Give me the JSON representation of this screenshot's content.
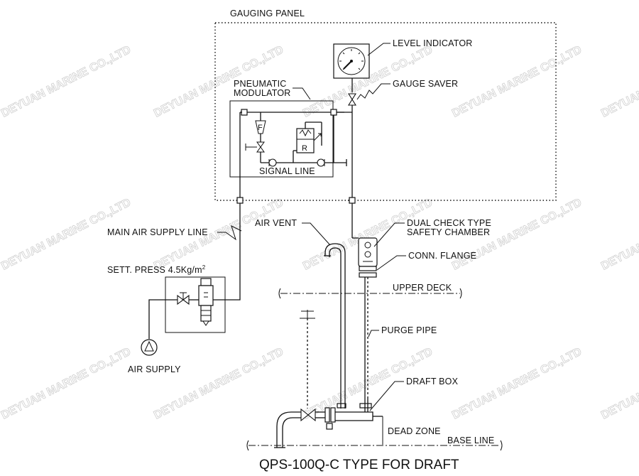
{
  "watermark": "DEYUAN MARINE CO.,LTD",
  "title": "QPS-100Q-C TYPE FOR DRAFT",
  "labels": {
    "gauging_panel": "GAUGING PANEL",
    "level_indicator": "LEVEL INDICATOR",
    "gauge_saver": "GAUGE SAVER",
    "pneumatic_modulator_1": "PNEUMATIC",
    "pneumatic_modulator_2": "MODULATOR",
    "signal_line": "SIGNAL LINE",
    "main_air_supply_line": "MAIN AIR SUPPLY LINE",
    "air_vent": "AIR VENT",
    "dual_check_1": "DUAL CHECK TYPE",
    "dual_check_2": "SAFETY CHAMBER",
    "conn_flange": "CONN. FLANGE",
    "sett_press": "SETT. PRESS 4.5Kg/m",
    "sett_press_sup": "2",
    "upper_deck": "UPPER DECK",
    "purge_pipe": "PURGE PIPE",
    "air_supply": "AIR SUPPLY",
    "draft_box": "DRAFT BOX",
    "dead_zone": "DEAD ZONE",
    "base_line": "BASE LINE",
    "flow_meter_letter": "F",
    "regulator_letter": "R"
  }
}
